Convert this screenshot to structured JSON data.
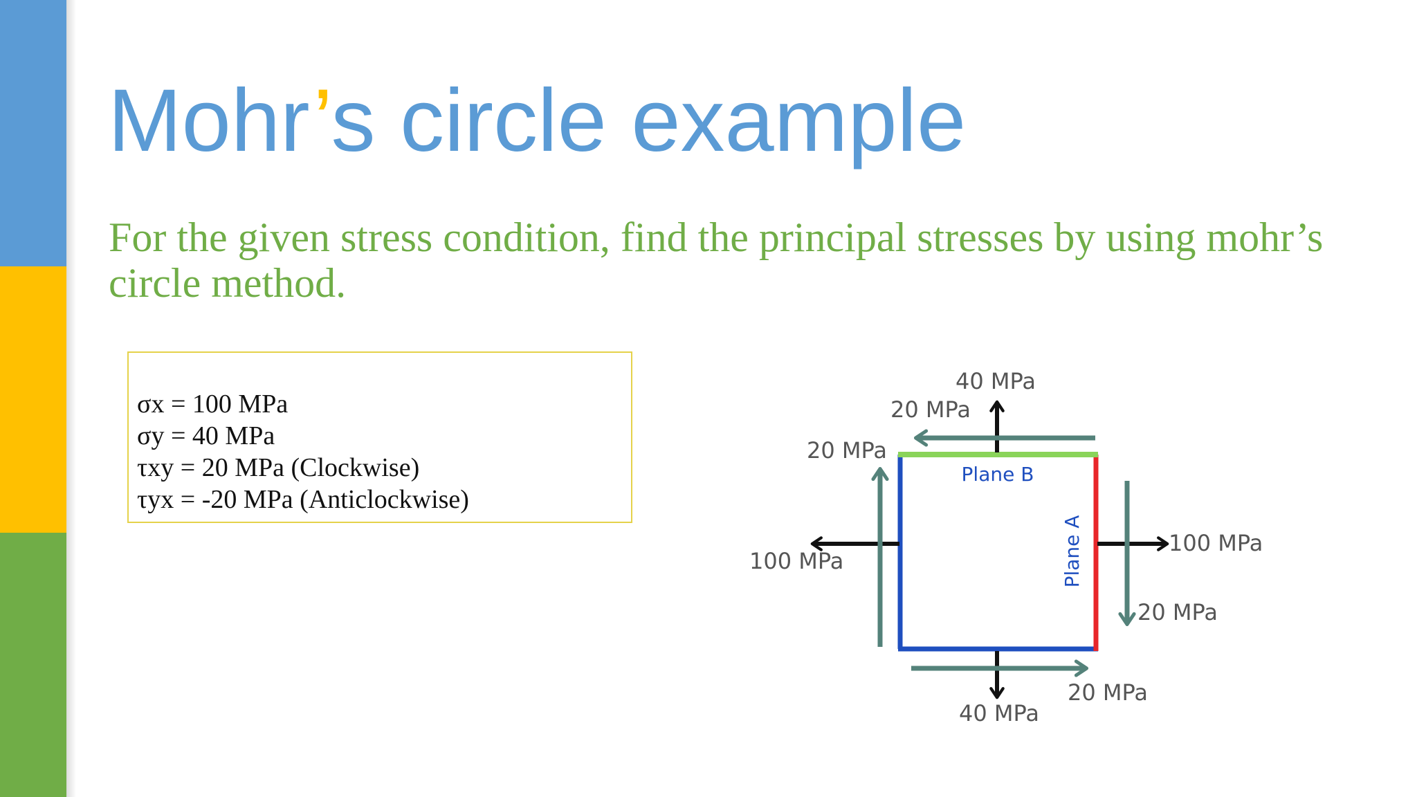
{
  "slide": {
    "title_main": "Mohr",
    "title_apostrophe": "’",
    "title_rest": "s circle example",
    "subtitle": "For the given stress condition, find the principal stresses by using mohr’s circle method.",
    "given": [
      "σx = 100 MPa",
      "σy = 40 MPa",
      "τxy = 20 MPa (Clockwise)",
      "τyx = -20 MPa (Anticlockwise)"
    ]
  },
  "diagram": {
    "plane_b_label": "Plane B",
    "plane_a_label": "Plane A",
    "normal_x_left": "100 MPa",
    "normal_x_right": "100 MPa",
    "normal_y_top": "40 MPa",
    "normal_y_bottom": "40 MPa",
    "shear_top": "20 MPa",
    "shear_left": "20 MPa",
    "shear_right": "20 MPa",
    "shear_bottom": "20 MPa"
  },
  "colors": {
    "title_blue": "#5b9bd5",
    "subtitle_green": "#70ad47",
    "accent_yellow": "#ffc000",
    "element_blue": "#1f4fbf",
    "plane_a_red": "#e8262a",
    "plane_b_green": "#8ad45a",
    "shear_arrow": "#54827a",
    "normal_arrow": "#111111"
  }
}
